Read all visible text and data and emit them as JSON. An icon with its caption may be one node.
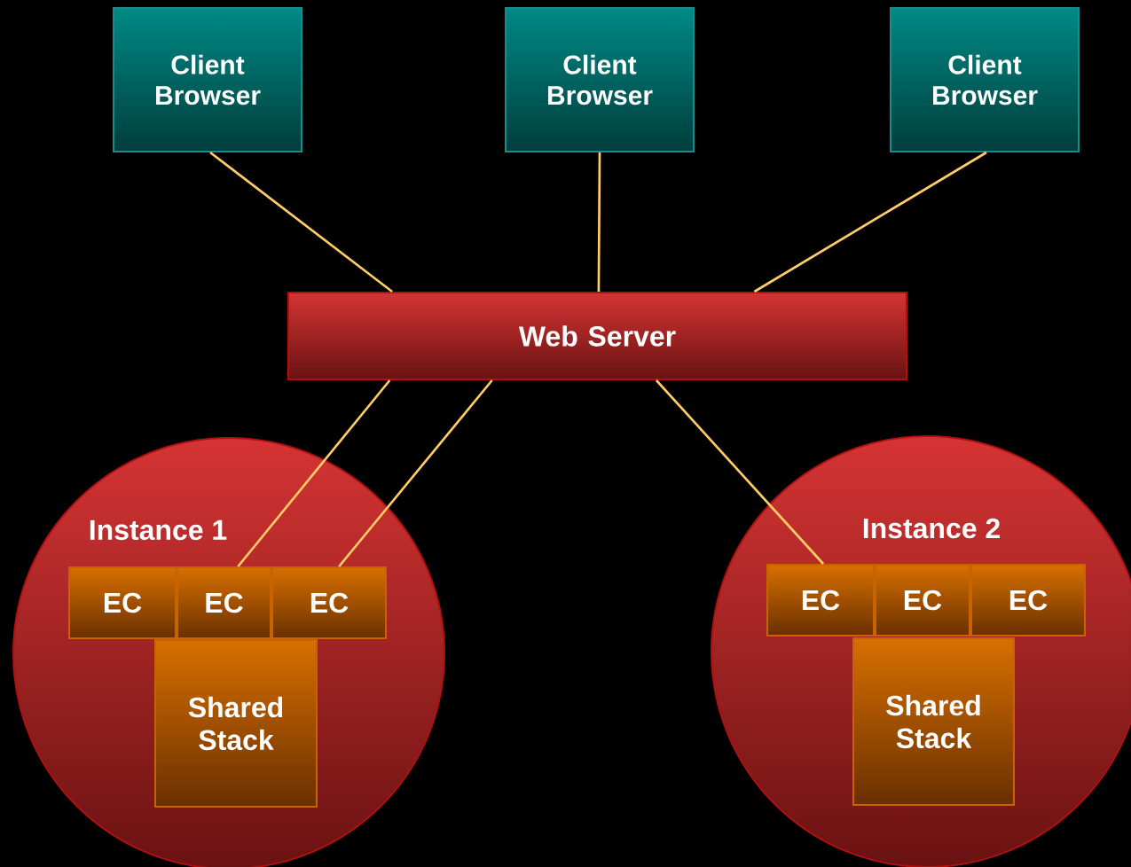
{
  "diagram": {
    "nodes": [
      {
        "text": [
          "Client Browser"
        ]
      },
      {
        "text": [
          "Client Browser"
        ]
      },
      {
        "text": [
          "Client Browser"
        ]
      },
      {
        "text": [
          "Web Server"
        ]
      },
      {
        "text": [
          "Instance 1"
        ]
      },
      {
        "text": [
          "EC"
        ],
        "in": 4
      },
      {
        "text": [
          "EC"
        ],
        "in": 4
      },
      {
        "text": [
          "EC"
        ],
        "in": 4
      },
      {
        "text": [
          "Shared Stack"
        ],
        "in": 4
      },
      {
        "text": [
          "Instance 2"
        ]
      },
      {
        "text": [
          "EC"
        ],
        "in": 9
      },
      {
        "text": [
          "EC"
        ],
        "in": 9
      },
      {
        "text": [
          "EC"
        ],
        "in": 9
      },
      {
        "text": [
          "Shared Stack"
        ],
        "in": 9
      }
    ],
    "edges": [
      {
        "from": 0,
        "to": 3,
        "arrow": "none"
      },
      {
        "from": 1,
        "to": 3,
        "arrow": "none"
      },
      {
        "from": 2,
        "to": 3,
        "arrow": "none"
      },
      {
        "from": 3,
        "to": 6,
        "arrow": "none"
      },
      {
        "from": 3,
        "to": 7,
        "arrow": "none"
      },
      {
        "from": 3,
        "to": 10,
        "arrow": "none"
      }
    ]
  }
}
